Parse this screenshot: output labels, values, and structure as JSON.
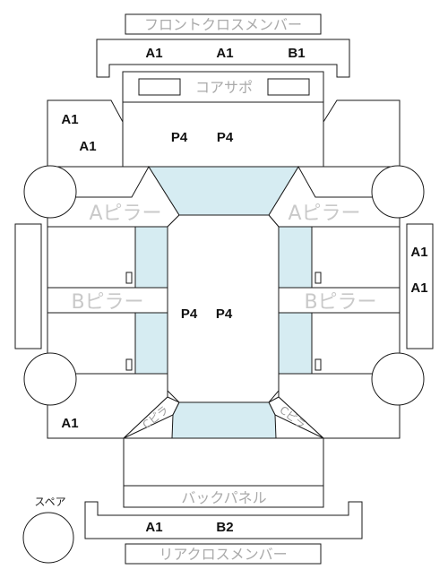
{
  "labels": {
    "front_cross_member": "フロントクロスメンバー",
    "core_support": "コアサポ",
    "a_pillar": "Aピラー",
    "b_pillar": "Bピラー",
    "back_panel": "バックパネル",
    "rear_cross_member": "リアクロスメンバー",
    "spare": "スペア",
    "c_pillar": "Cピラ"
  },
  "codes": {
    "front_member": [
      "A1",
      "A1",
      "B1"
    ],
    "front_left": [
      "A1",
      "A1"
    ],
    "hood": [
      "P4",
      "P4"
    ],
    "roof": [
      "P4",
      "P4"
    ],
    "right_side": [
      "A1",
      "A1"
    ],
    "rear_left": "A1",
    "rear_member": [
      "A1",
      "B2"
    ]
  }
}
